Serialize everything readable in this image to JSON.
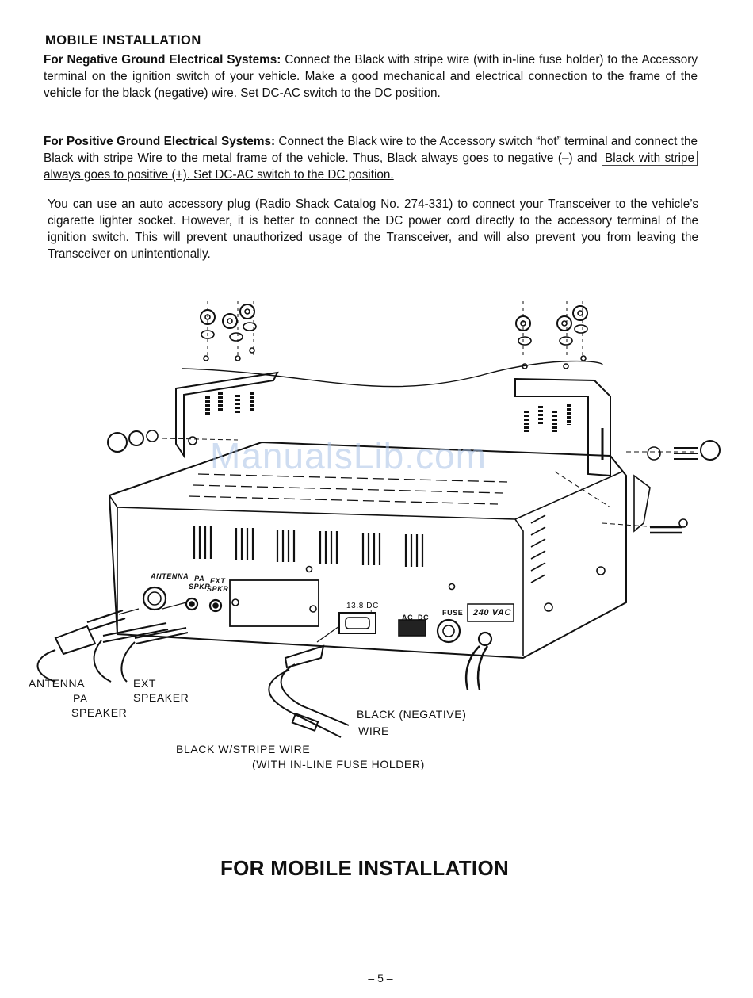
{
  "heading": "MOBILE INSTALLATION",
  "p1": {
    "lead": "For Negative Ground Electrical Systems:",
    "body": " Connect the Black with stripe wire (with in-line fuse holder) to the Accessory terminal on the ignition switch of your vehicle. Make a good mechanical and electrical connection to the frame of the vehicle for the black (negative) wire. Set DC-AC switch to the DC position."
  },
  "p2": {
    "lead": "For Positive Ground Electrical Systems:",
    "body1": " Connect the Black wire to the Accessory switch “hot” terminal and connect the ",
    "u1": "Black with stripe Wire to the metal frame of the vehicle. Thus, Black always goes to",
    "body2": " negative (–) and ",
    "boxed": "Black with stripe",
    "u2": " always goes to positive (+). Set DC-AC switch to the DC position."
  },
  "p3": "You can use an auto accessory plug (Radio Shack Catalog No. 274-331) to connect your Transceiver to the vehicle’s cigarette lighter socket. However, it is better to connect the DC power cord directly to the accessory terminal of the ignition switch. This will prevent unauthorized usage of the Transceiver, and will also prevent you from leaving the Transceiver on unintentionally.",
  "panel": {
    "antenna": "ANTENNA",
    "pa1": "PA",
    "pa2": "SPKR",
    "ext1": "EXT",
    "ext2": "SPKR",
    "dc": "13.8 DC",
    "minus": "–",
    "plus": "+",
    "ac": "AC",
    "dcsw": "DC",
    "fuse": "FUSE",
    "vac": "240 VAC"
  },
  "labels": {
    "antenna": "ANTENNA",
    "pa": "PA",
    "speaker": "SPEAKER",
    "ext": "EXT",
    "ext_speaker": "SPEAKER",
    "black_neg": "BLACK (NEGATIVE)",
    "wire": "WIRE",
    "stripe": "BLACK W/STRIPE WIRE",
    "fuse_holder": "(WITH IN-LINE FUSE HOLDER)"
  },
  "watermark": "ManualsLib.com",
  "caption": "FOR MOBILE INSTALLATION",
  "page_number": "– 5 –"
}
